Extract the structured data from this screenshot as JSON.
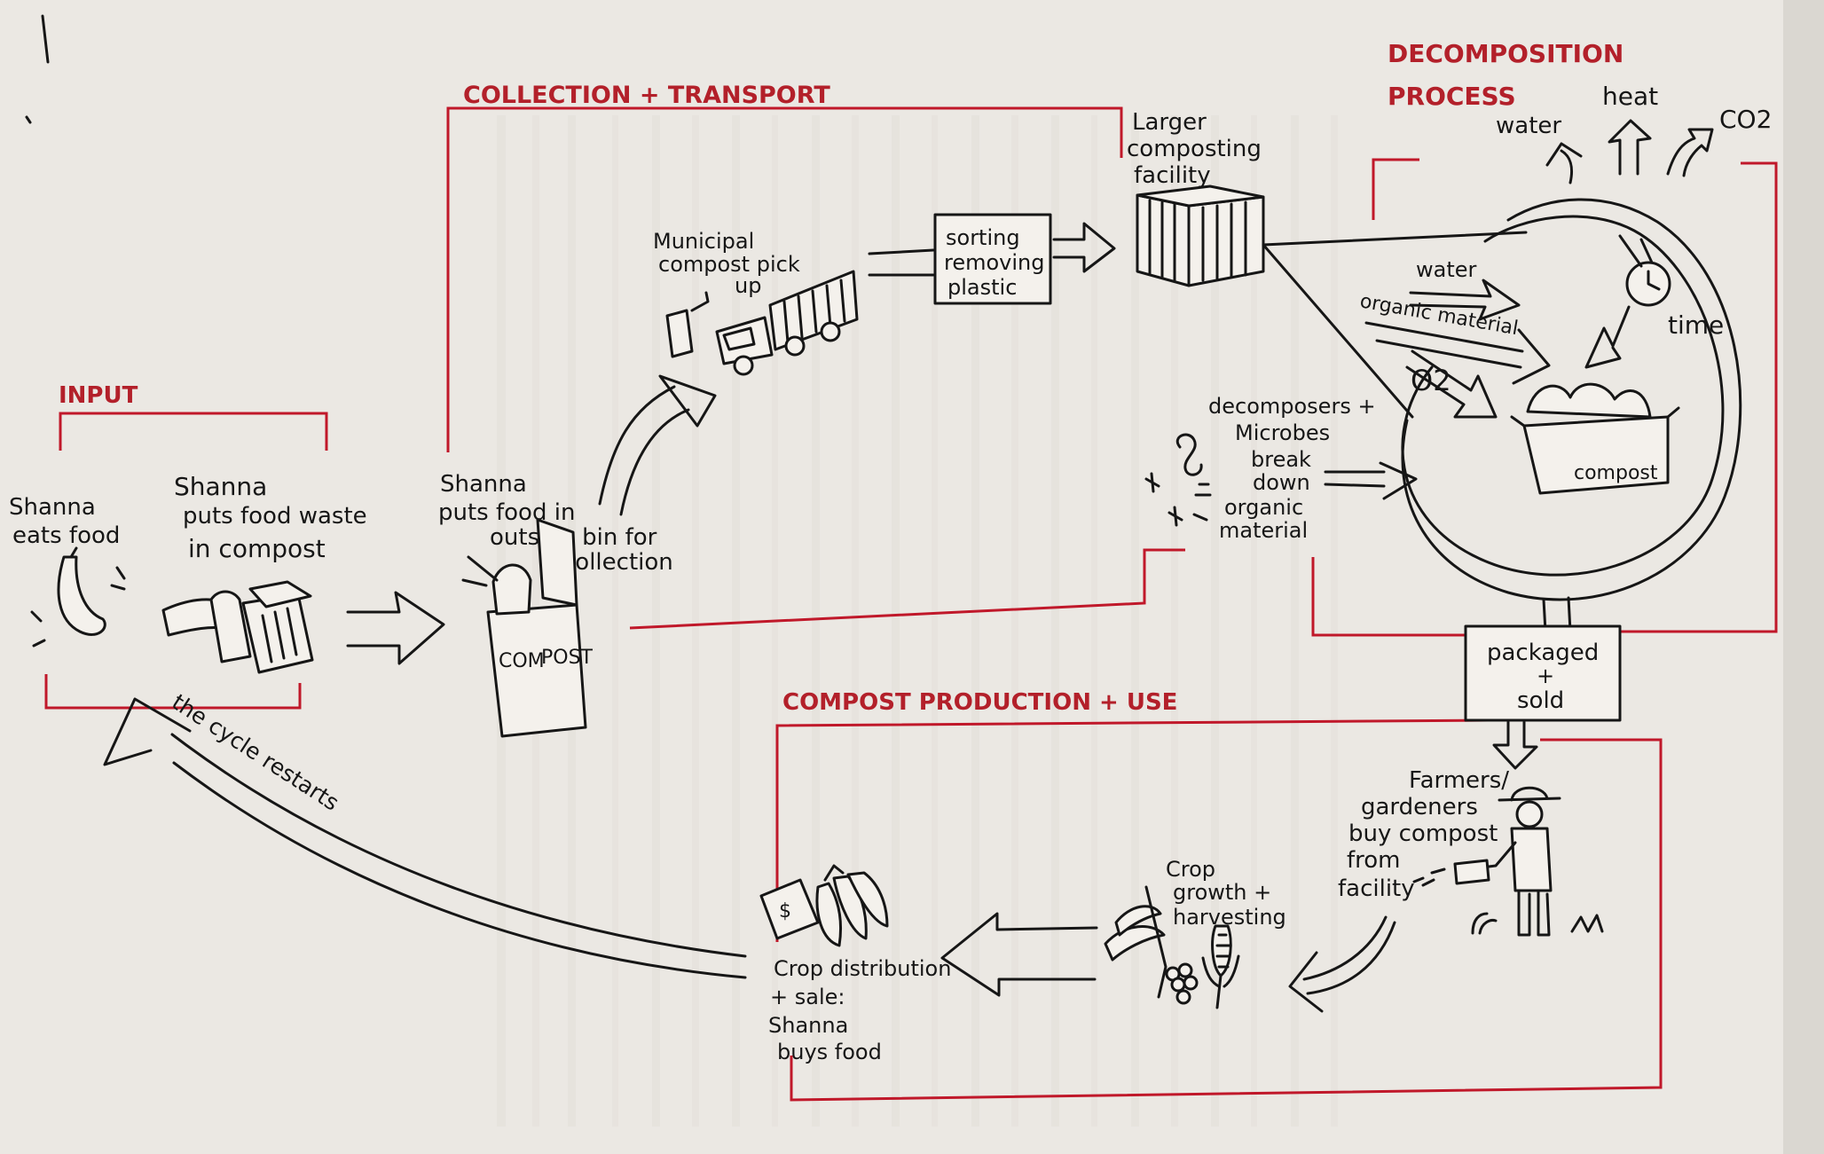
{
  "sections": {
    "input": "INPUT",
    "collection": "COLLECTION + TRANSPORT",
    "decomposition_line1": "DECOMPOSITION",
    "decomposition_line2": "PROCESS",
    "production": "COMPOST PRODUCTION + USE"
  },
  "input": {
    "eats_line1": "Shanna",
    "eats_line2": "eats food",
    "puts_line1": "Shanna",
    "puts_line2": "puts food waste",
    "puts_line3": "in compost"
  },
  "collection": {
    "bin_line1": "Shanna",
    "bin_line2": "puts food in",
    "bin_line3": "outside bin for",
    "bin_line4": "collection",
    "bin_text_left": "COM",
    "bin_text_right": "POST",
    "pickup_line1": "Municipal",
    "pickup_line2": "compost pick",
    "pickup_line3": "up",
    "sorting_line1": "sorting",
    "sorting_line2": "removing",
    "sorting_line3": "plastic",
    "facility_line1": "Larger",
    "facility_line2": "composting",
    "facility_line3": "facility"
  },
  "decomposition": {
    "water_top": "water",
    "heat": "heat",
    "co2": "CO2",
    "water_in": "water",
    "organic_in": "organic material",
    "o2": "O2",
    "time": "time",
    "compost_box": "compost",
    "decomposers_line1": "decomposers +",
    "decomposers_line2": "Microbes",
    "decomposers_line3": "break",
    "decomposers_line4": "down",
    "decomposers_line5": "organic",
    "decomposers_line6": "material"
  },
  "production": {
    "packaged_line1": "packaged",
    "packaged_line2": "+",
    "packaged_line3": "sold",
    "farmers_line1": "Farmers/",
    "farmers_line2": "gardeners",
    "farmers_line3": "buy compost",
    "farmers_line4": "from",
    "farmers_line5": "facility",
    "crop_line1": "Crop",
    "crop_line2": "growth +",
    "crop_line3": "harvesting",
    "dist_line1": "Crop distribution",
    "dist_line2": "+ sale:",
    "dist_line3": "Shanna",
    "dist_line4": "buys food",
    "price_tag": "$",
    "cycle": "the cycle restarts"
  },
  "colors": {
    "frame": "#c0182a",
    "ink": "#161616",
    "paper": "#e9e5df"
  }
}
